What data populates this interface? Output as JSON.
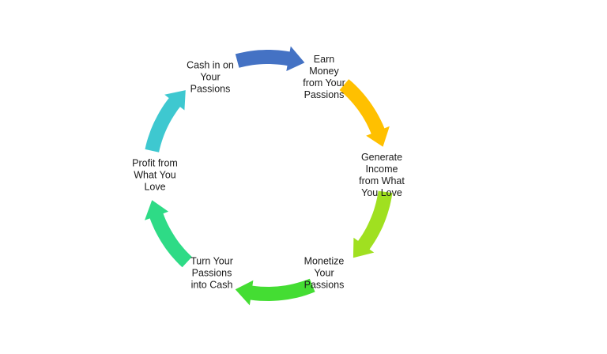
{
  "diagram": {
    "nodes": [
      {
        "id": "cash-in",
        "label": "Cash in on\nYour\nPassions"
      },
      {
        "id": "earn-money",
        "label": "Earn\nMoney\nfrom Your\nPassions"
      },
      {
        "id": "generate-income",
        "label": "Generate\nIncome\nfrom What\nYou Love"
      },
      {
        "id": "monetize",
        "label": "Monetize\nYour\nPassions"
      },
      {
        "id": "turn-passions",
        "label": "Turn Your\nPassions\ninto Cash"
      },
      {
        "id": "profit",
        "label": "Profit from\nWhat You\nLove"
      }
    ],
    "arrows": [
      {
        "from": "cash-in",
        "to": "earn-money",
        "color": "#4472C4"
      },
      {
        "from": "earn-money",
        "to": "generate-income",
        "color": "#FFC000"
      },
      {
        "from": "generate-income",
        "to": "monetize",
        "color": "#A0E020"
      },
      {
        "from": "monetize",
        "to": "turn-passions",
        "color": "#44DD33"
      },
      {
        "from": "turn-passions",
        "to": "profit",
        "color": "#2EDB86"
      },
      {
        "from": "profit",
        "to": "cash-in",
        "color": "#3EC8D0"
      }
    ]
  }
}
